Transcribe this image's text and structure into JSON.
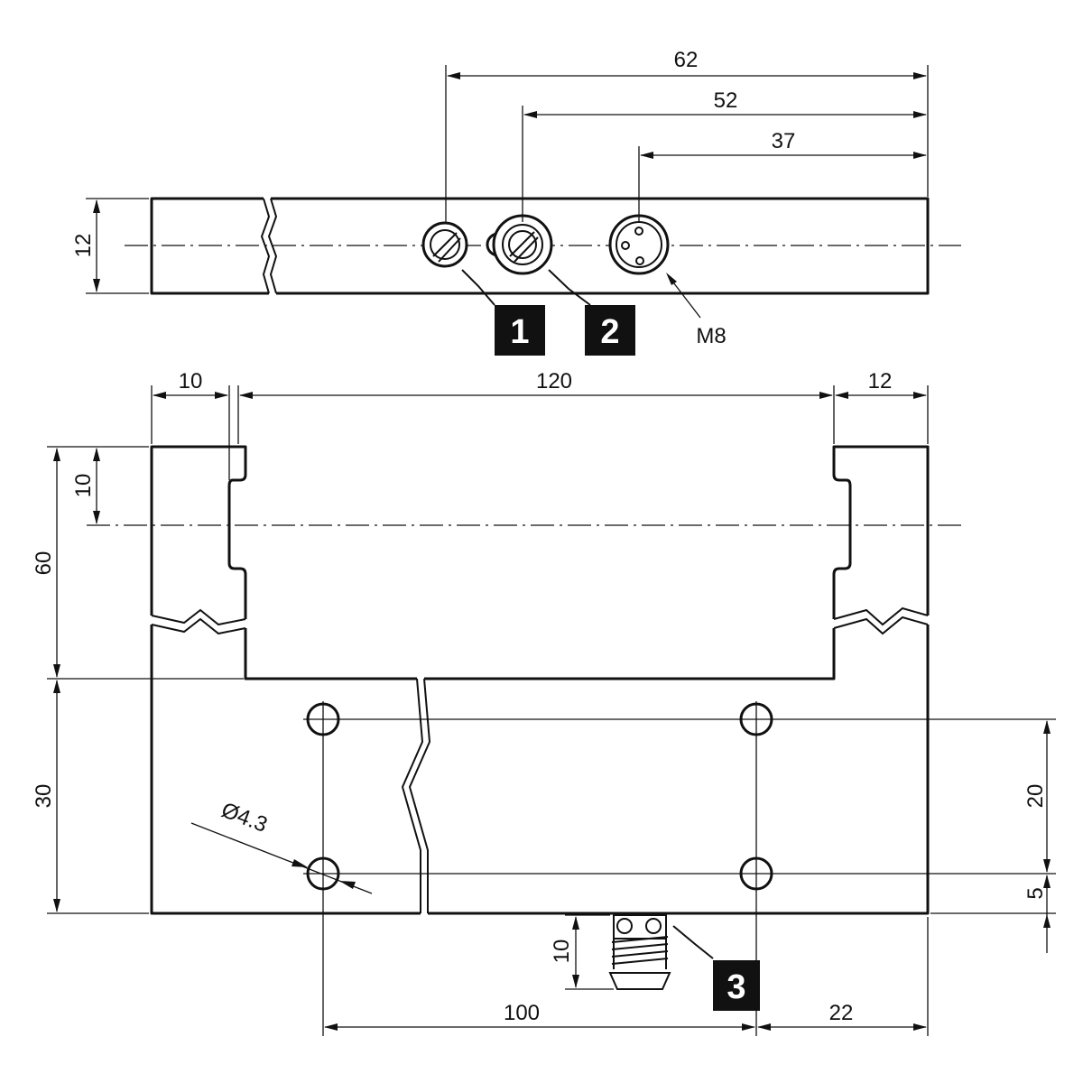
{
  "dimensions": {
    "top_62": "62",
    "top_52": "52",
    "top_37": "37",
    "side_12": "12",
    "connector": "M8",
    "left_10": "10",
    "span_120": "120",
    "right_12": "12",
    "height_10": "10",
    "height_60": "60",
    "height_30": "30",
    "hole_dia": "Ø4.3",
    "spacing_20": "20",
    "offset_5": "5",
    "cable_10": "10",
    "width_100": "100",
    "width_22": "22"
  },
  "callouts": {
    "item_1": "1",
    "item_2": "2",
    "item_3": "3"
  },
  "colors": {
    "line": "#111111",
    "background": "#ffffff"
  }
}
